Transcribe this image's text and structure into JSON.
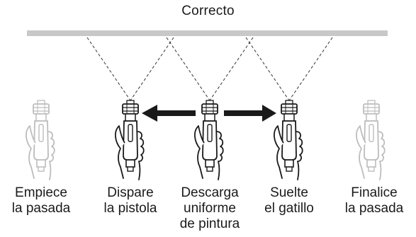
{
  "title": "Correcto",
  "steps": [
    {
      "line1": "Empiece",
      "line2": "la pasada",
      "line3": ""
    },
    {
      "line1": "Dispare",
      "line2": "la pistola",
      "line3": ""
    },
    {
      "line1": "Descarga",
      "line2": "uniforme",
      "line3": "de pintura"
    },
    {
      "line1": "Suelte",
      "line2": "el gatillo",
      "line3": ""
    },
    {
      "line1": "Finalice",
      "line2": "la pasada",
      "line3": ""
    }
  ],
  "colors": {
    "surface": "#c8c8c8",
    "active_gun": "#1a1a1a",
    "faded_gun": "#bdbdbd",
    "arrow": "#1a1a1a"
  },
  "icons": [
    "spray-gun-hand-icon",
    "arrow-left-icon",
    "arrow-right-icon"
  ]
}
